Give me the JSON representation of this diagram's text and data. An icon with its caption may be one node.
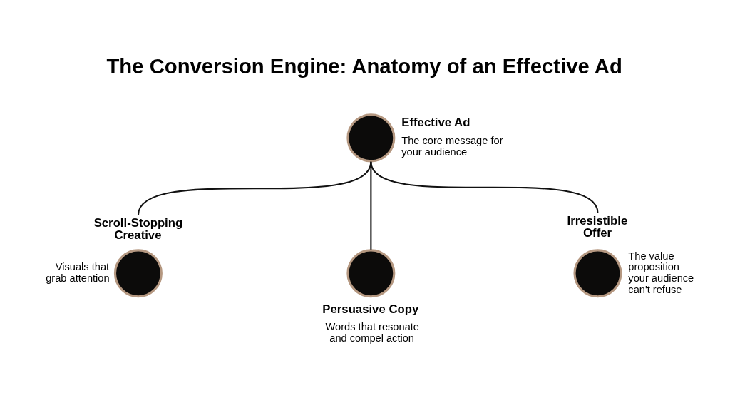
{
  "diagram": {
    "title": "The Conversion Engine: Anatomy of an Effective Ad",
    "nodes": [
      {
        "text": [
          "Effective Ad",
          "The core message for your audience"
        ]
      },
      {
        "text": [
          "Scroll-Stopping Creative",
          "Visuals that grab attention"
        ]
      },
      {
        "text": [
          "Persuasive Copy",
          "Words that resonate and compel action"
        ]
      },
      {
        "text": [
          "Irresistible Offer",
          "The value proposition your audience can't refuse"
        ]
      }
    ],
    "edges": [
      {
        "from": 0,
        "to": 1,
        "arrow": "none"
      },
      {
        "from": 0,
        "to": 2,
        "arrow": "none"
      },
      {
        "from": 0,
        "to": 3,
        "arrow": "none"
      }
    ]
  }
}
